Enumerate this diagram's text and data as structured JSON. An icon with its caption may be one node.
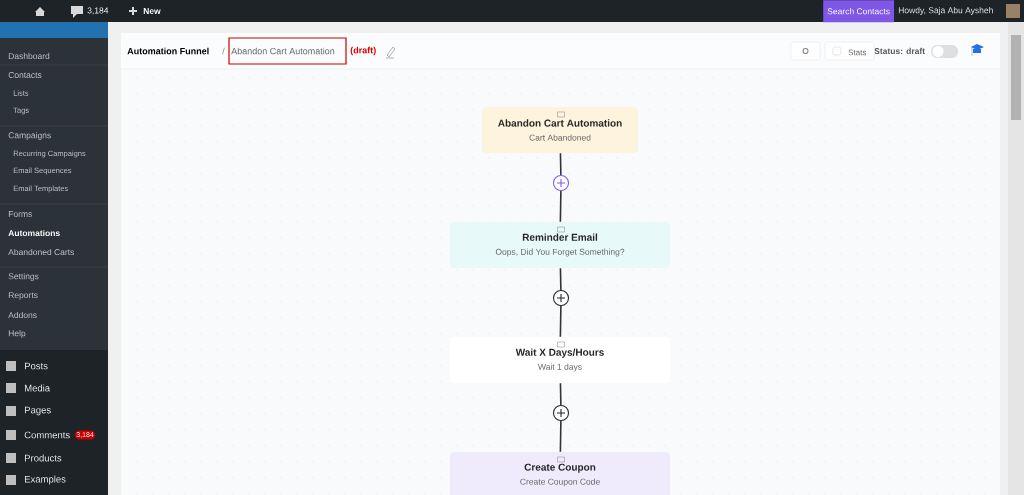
{
  "diagram": {
    "nodes": [
      {
        "text": [
          "Abandon Cart Automation",
          "Cart Abandoned"
        ]
      },
      {
        "text": [],
        "shape": "circle"
      },
      {
        "text": [
          "Reminder Email",
          "Oops, Did You Forget Something?"
        ]
      },
      {
        "text": [],
        "shape": "circle"
      },
      {
        "text": [
          "Wait X Days/Hours",
          "Wait 1 days"
        ]
      },
      {
        "text": [],
        "shape": "circle"
      },
      {
        "text": [
          "Create Coupon",
          "Create Coupon Code"
        ]
      }
    ],
    "edges": [
      {
        "from": 0,
        "to": 1,
        "arrow": "none"
      },
      {
        "from": 1,
        "to": 2,
        "arrow": "none"
      },
      {
        "from": 2,
        "to": 3,
        "arrow": "none"
      },
      {
        "from": 3,
        "to": 4,
        "arrow": "none"
      },
      {
        "from": 4,
        "to": 5,
        "arrow": "none"
      },
      {
        "from": 5,
        "to": 6,
        "arrow": "none"
      }
    ],
    "labels": [
      "3,184",
      "New",
      "Search Contacts",
      "Howdy, Saja Abu Aysheh",
      "Dashboard",
      "Contacts",
      "Lists",
      "Tags",
      "Campaigns",
      "Recurring Campaigns",
      "Email Sequences",
      "Email Templates",
      "Forms",
      "Automations",
      "Abandoned Carts",
      "Settings",
      "Reports",
      "Addons",
      "Help",
      "Posts",
      "Media",
      "Pages",
      "Comments",
      "3,184",
      "Products",
      "Examples",
      "Automation Funnel",
      "/",
      "Abandon Cart Automation",
      "(draft)",
      "Stats",
      "Status: draft"
    ]
  }
}
